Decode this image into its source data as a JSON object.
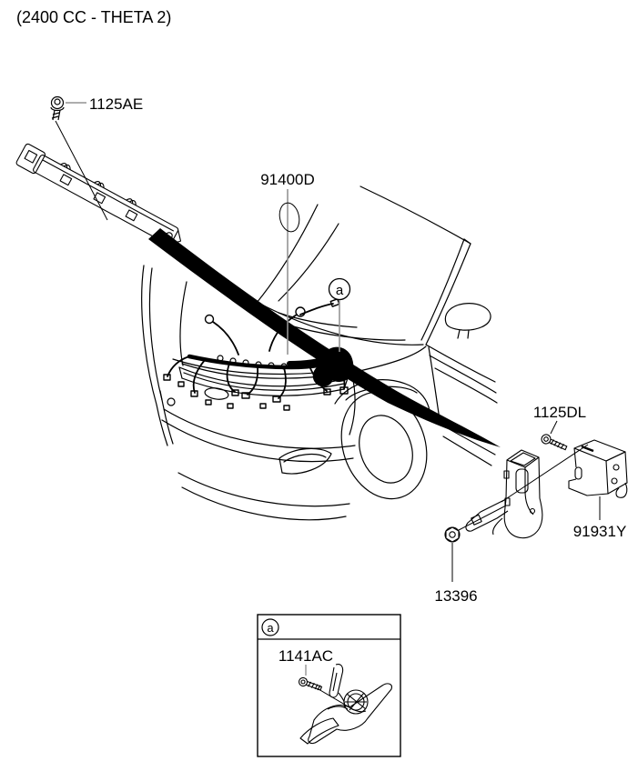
{
  "title": "(2400 CC - THETA 2)",
  "colors": {
    "line": "#000000",
    "leader_gray": "#949494",
    "background": "#ffffff"
  },
  "labels": {
    "rail_bolt": "1125AE",
    "harness": "91400D",
    "callout": "a",
    "bracket_bolt": "1125DL",
    "bracket": "91931Y",
    "nut": "13396",
    "detail_callout": "a",
    "detail_bolt": "1141AC"
  }
}
